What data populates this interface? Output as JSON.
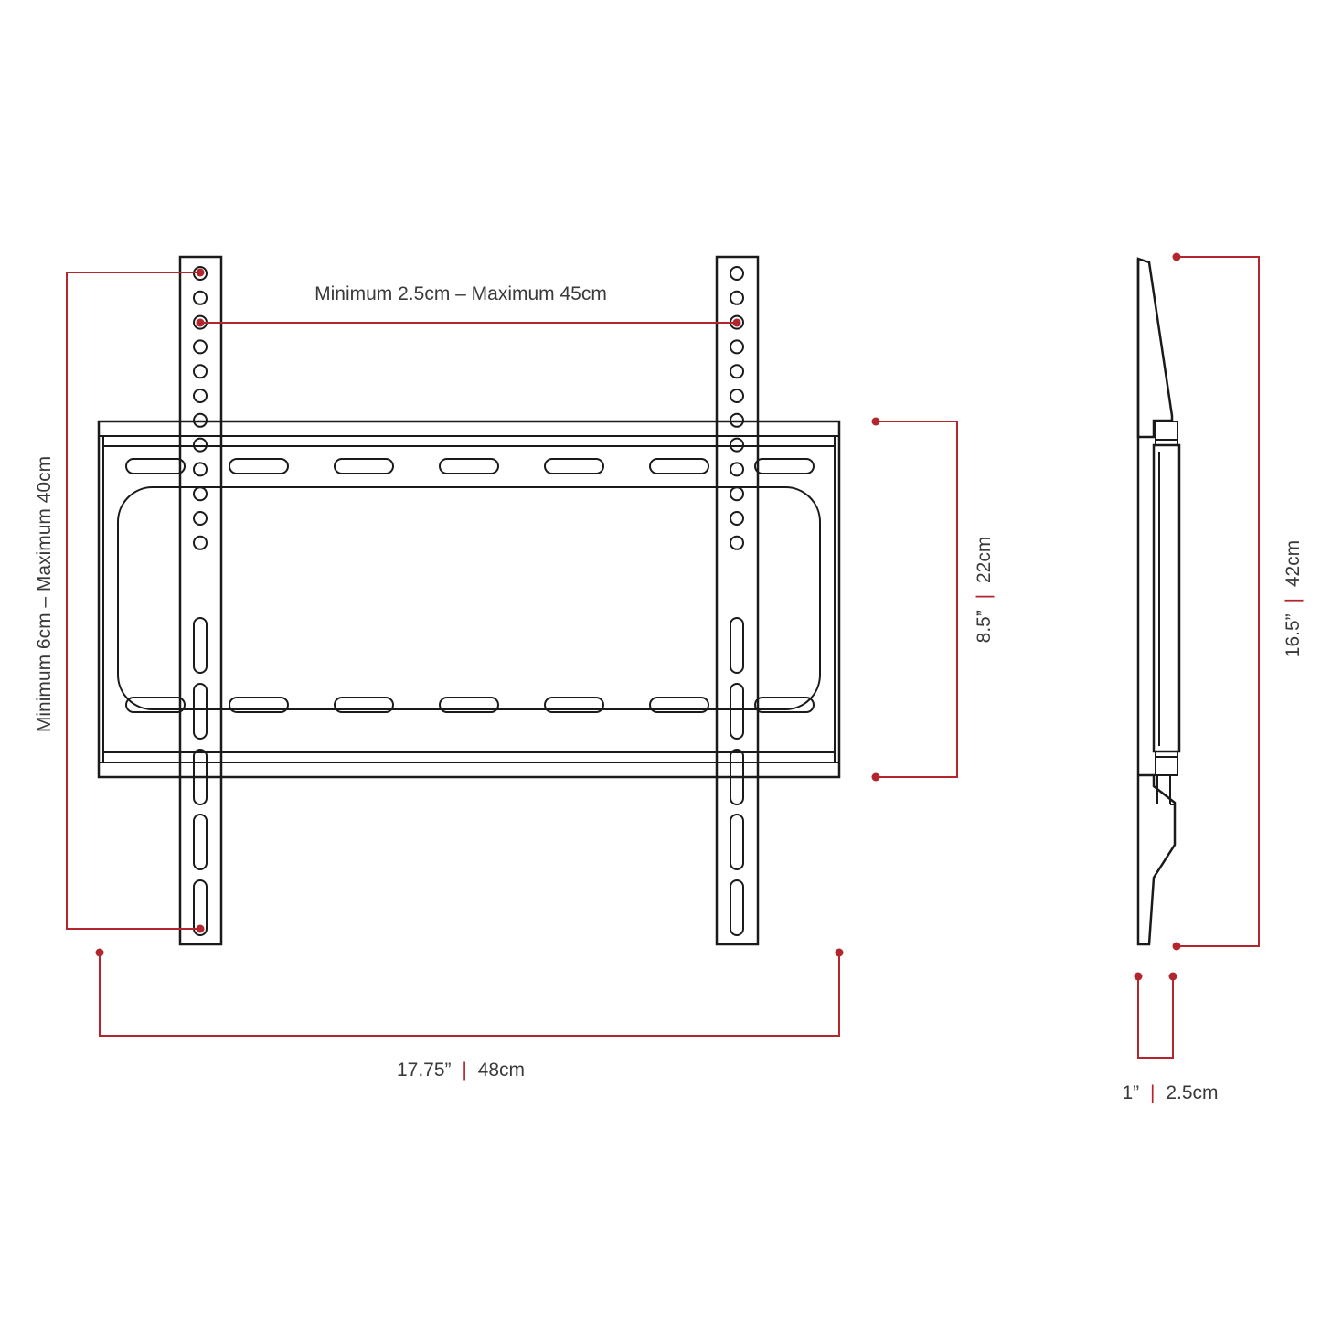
{
  "labels": {
    "hole_spacing": "Minimum 2.5cm – Maximum 45cm",
    "vertical_spacing": "Minimum 6cm – Maximum 40cm",
    "width_in": "17.75”",
    "width_cm": "48cm",
    "height_in": "8.5”",
    "height_cm": "22cm",
    "total_height_in": "16.5”",
    "total_height_cm": "42cm",
    "depth_in": "1”",
    "depth_cm": "2.5cm",
    "separator": "|"
  },
  "colors": {
    "line": "#1a1a1a",
    "dimension": "#b3262e"
  }
}
